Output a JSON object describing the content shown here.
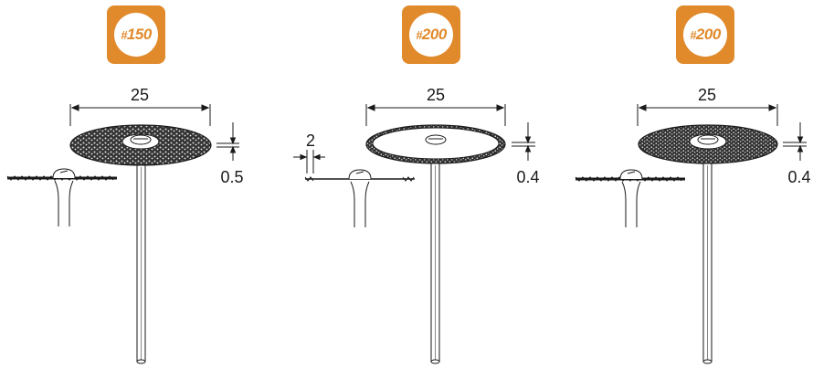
{
  "panels": [
    {
      "grit_prefix": "#",
      "grit_number": "150",
      "diameter": "25",
      "thickness": "0.5",
      "rim_width": "",
      "style": "full"
    },
    {
      "grit_prefix": "#",
      "grit_number": "200",
      "diameter": "25",
      "thickness": "0.4",
      "rim_width": "2",
      "style": "rim"
    },
    {
      "grit_prefix": "#",
      "grit_number": "200",
      "diameter": "25",
      "thickness": "0.4",
      "rim_width": "",
      "style": "full"
    }
  ],
  "colors": {
    "badge": "#e08a2c",
    "line": "#1a1a1a"
  }
}
